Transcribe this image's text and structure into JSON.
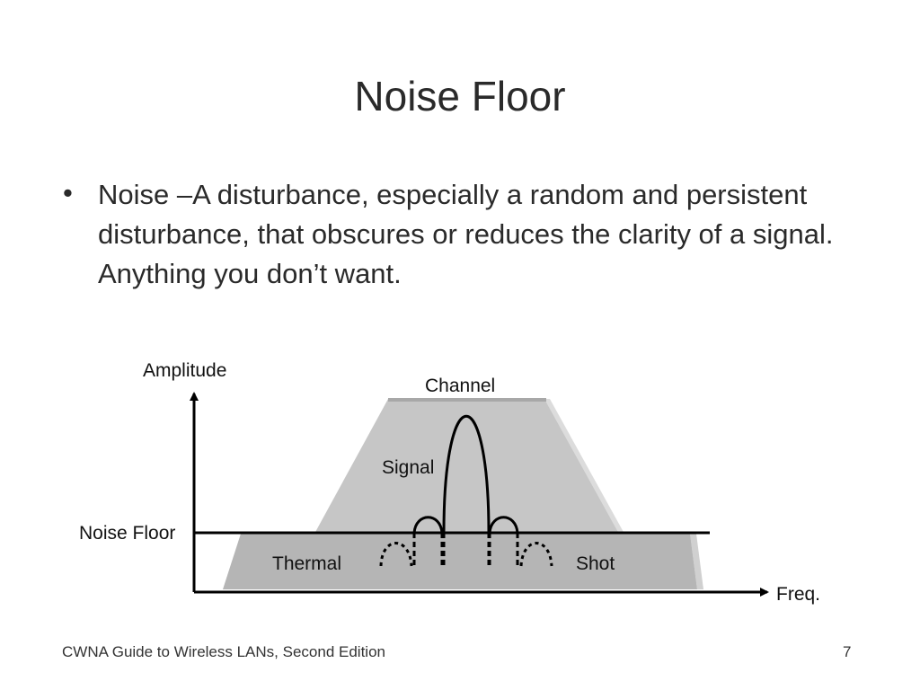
{
  "slide": {
    "title": "Noise Floor",
    "bullet_marker": "•",
    "bullet_text": "Noise –A disturbance, especially a random and persistent disturbance, that obscures or reduces the clarity of a signal. Anything you don’t want."
  },
  "diagram": {
    "y_axis_label": "Amplitude",
    "x_axis_label": "Freq.",
    "channel_label": "Channel",
    "signal_label": "Signal",
    "noise_floor_label": "Noise Floor",
    "thermal_label": "Thermal",
    "shot_label": "Shot",
    "colors": {
      "channel_fill": "#c6c6c6",
      "channel_edge": "#a8a8a8",
      "noise_band_fill": "#b5b5b5",
      "noise_band_edge": "#9d9d9d",
      "lines": "#000000"
    }
  },
  "footer": {
    "source": "CWNA Guide to Wireless LANs, Second Edition",
    "page_number": "7"
  }
}
